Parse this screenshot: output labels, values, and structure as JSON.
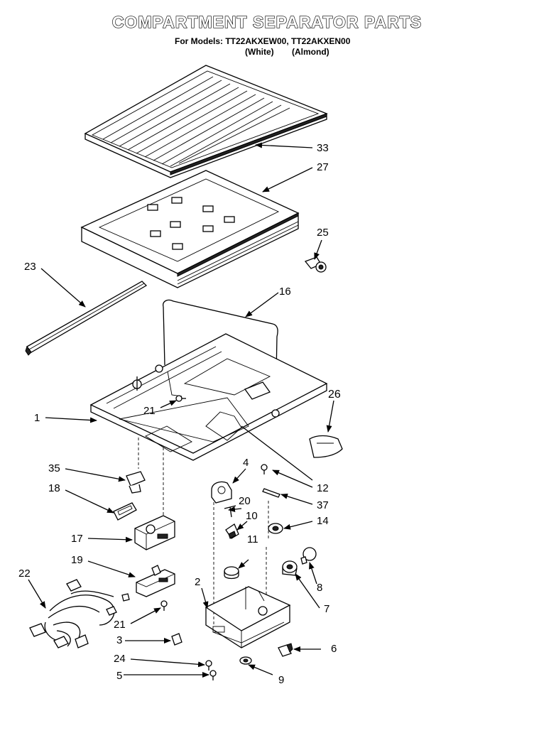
{
  "header": {
    "title": "COMPARTMENT SEPARATOR PARTS",
    "models_line": "For Models: TT22AKXEW00, TT22AKXEN00",
    "color_1": "(White)",
    "color_2": "(Almond)"
  },
  "callouts": [
    "33",
    "27",
    "25",
    "23",
    "16",
    "26",
    "1",
    "21",
    "35",
    "4",
    "12",
    "18",
    "20",
    "37",
    "10",
    "14",
    "17",
    "11",
    "19",
    "8",
    "22",
    "2",
    "7",
    "21",
    "3",
    "6",
    "24",
    "5",
    "9"
  ]
}
